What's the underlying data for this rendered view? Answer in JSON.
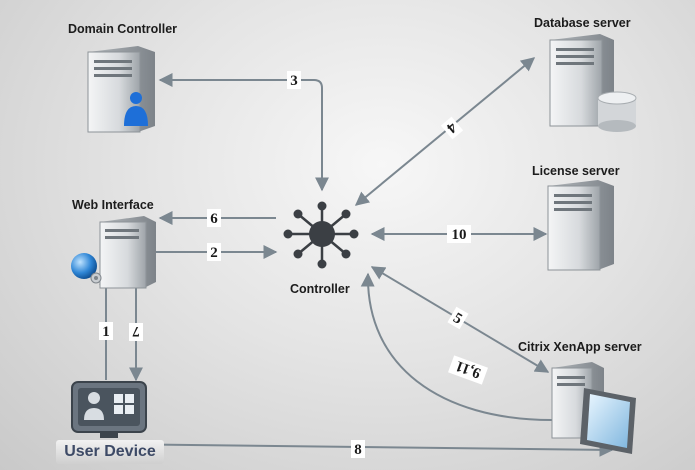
{
  "nodes": {
    "domain_controller": "Domain Controller",
    "database_server": "Database server",
    "web_interface": "Web Interface",
    "license_server": "License server",
    "controller": "Controller",
    "xenapp_server": "Citrix XenApp server",
    "user_device": "User Device"
  },
  "steps": {
    "s1": "1",
    "s2": "2",
    "s3": "3",
    "s4": "4",
    "s5": "5",
    "s6": "6",
    "s7": "7",
    "s8": "8",
    "s9_11": "9,11",
    "s10": "10"
  },
  "colors": {
    "arrow": "#7b8790",
    "server_light": "#eef0f2",
    "server_dark": "#9aa1a7",
    "user_icon_blue": "#1e6fd8"
  }
}
